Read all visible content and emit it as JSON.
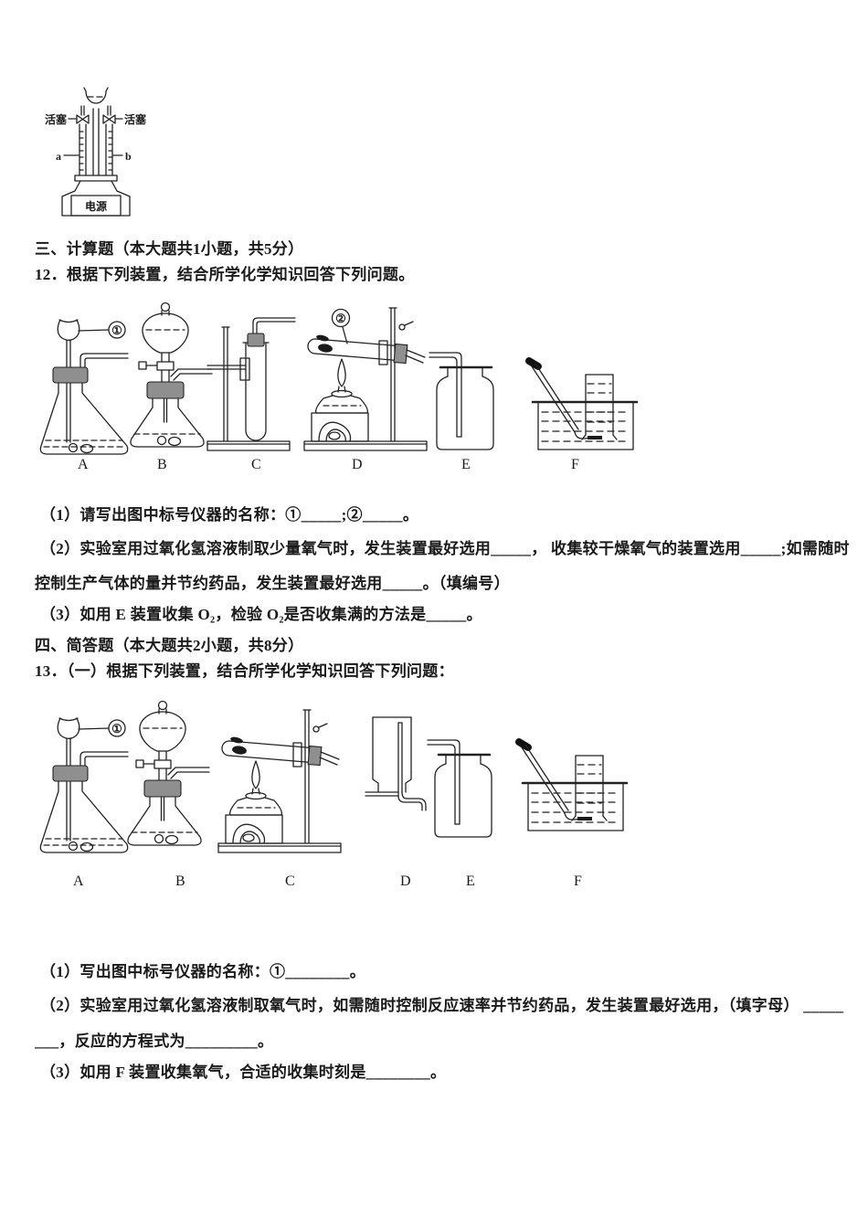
{
  "page": {
    "background": "#ffffff",
    "text_color": "#1a1a1a"
  },
  "callouts": {
    "c1": "①",
    "c2": "②"
  },
  "top_diagram": {
    "left_valve_label": "活塞",
    "right_valve_label": "活塞",
    "tube_a_label": "a",
    "tube_b_label": "b",
    "power_label": "电源"
  },
  "section3": {
    "heading": "三、计算题（本大题共1小题，共5分）",
    "q12_intro": "12．根据下列装置，结合所学化学知识回答下列问题。",
    "apparatus_labels": [
      "A",
      "B",
      "C",
      "D",
      "E",
      "F"
    ],
    "q12_1": "（1）请写出图中标号仪器的名称：①_____;②_____。",
    "q12_2a": "（2）实验室用过氧化氢溶液制取少量氧气时，发生装置最好选用_____，  收集较干燥氧气的装置选用_____;如需随时",
    "q12_2b": "控制生产气体的量并节约药品，发生装置最好选用_____。（填编号）",
    "q12_3": "（3）如用 E 装置收集 O₂，检验 O₂是否收集满的方法是_____。"
  },
  "section4": {
    "heading": "四、简答题（本大题共2小题，共8分）",
    "q13_intro": "13．（一）根据下列装置，结合所学化学知识回答下列问题：",
    "apparatus_labels": [
      "A",
      "B",
      "C",
      "D",
      "E",
      "F"
    ],
    "q13_1": "（1）写出图中标号仪器的名称：①________。",
    "q13_2a": "（2）实验室用过氧化氢溶液制取氧气时，如需随时控制反应速率并节约药品，发生装置最好选用，（填字母） _____",
    "q13_2b": "___，反应的方程式为_________。",
    "q13_3": "（3）如用 F 装置收集氧气，合适的收集时刻是________。"
  }
}
